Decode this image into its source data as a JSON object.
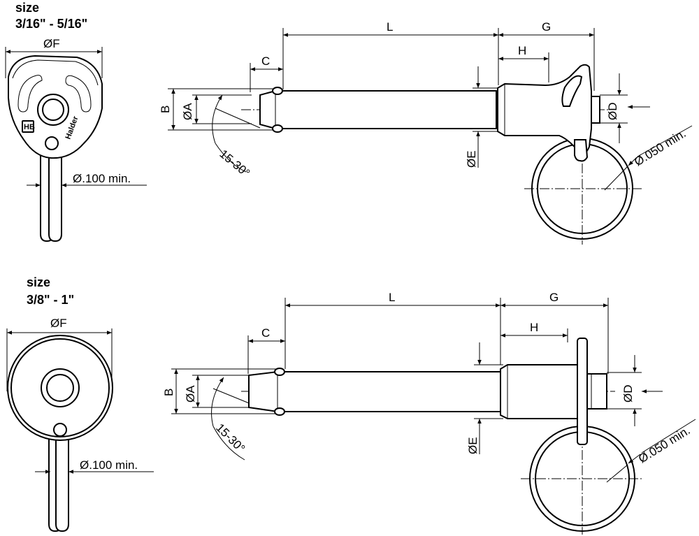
{
  "section_small": {
    "title": "size",
    "range": "3/16\" - 5/16\""
  },
  "section_large": {
    "title": "size",
    "range": "3/8\" - 1\""
  },
  "dims": {
    "F": "ØF",
    "L": "L",
    "G": "G",
    "C": "C",
    "H": "H",
    "B": "B",
    "A": "ØA",
    "E": "ØE",
    "D": "ØD",
    "angle": "15-30°",
    "ring_min": "Ø.050 min.",
    "hole_min": "Ø.100 min."
  },
  "brand": "Halder",
  "logo_mark": "HB"
}
